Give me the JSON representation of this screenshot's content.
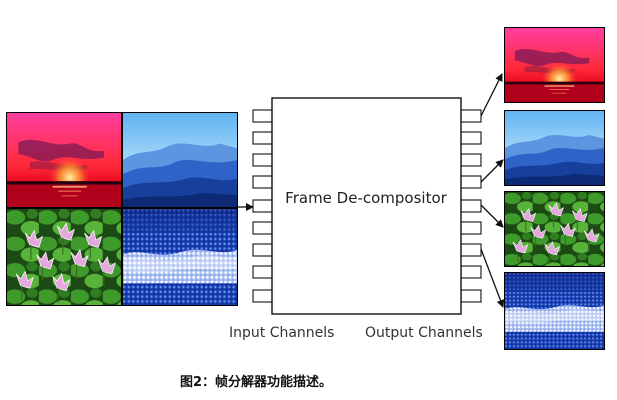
{
  "diagram": {
    "box_label": "Frame De-compositor",
    "input_label": "Input Channels",
    "output_label": "Output Channels",
    "caption": "图2：帧分解器功能描述。"
  },
  "colors": {
    "line": "#111111",
    "pin_fill": "#ffffff",
    "box_fill": "#ffffff"
  },
  "images": {
    "input_composite": "2x2 composite input frame (sunset, blue mountains, lotus flowers, blue flower field)",
    "outputs": [
      "sunset",
      "blue-mountains",
      "lotus-flowers",
      "blue-flower-field"
    ]
  }
}
